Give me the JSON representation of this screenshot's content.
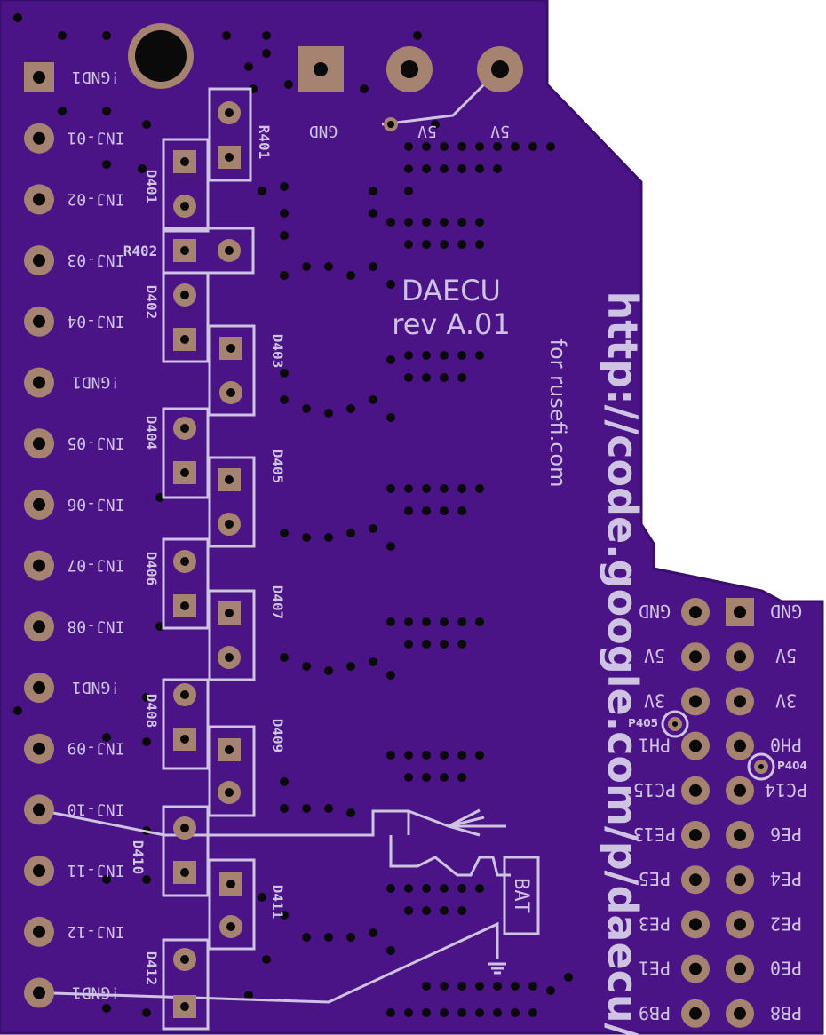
{
  "colors": {
    "board": "#4a1486",
    "board_edge": "#3a0e6e",
    "silkscreen": "#cfc3e3",
    "copper": "#a68370",
    "hole": "#0a0a0a",
    "background": "#ffffff"
  },
  "title": {
    "line1": "DAECU",
    "line2": "rev A.01",
    "for_text": "for rusefi.com",
    "url": "http://code.google.com/p/daecu/"
  },
  "power_header": [
    "GND",
    "5V",
    "5V"
  ],
  "left_connector": [
    "!GND1",
    "INJ-01",
    "INJ-02",
    "INJ-03",
    "INJ-04",
    "!GND1",
    "INJ-05",
    "INJ-06",
    "INJ-07",
    "INJ-08",
    "!GND1",
    "INJ-09",
    "INJ-10",
    "INJ-11",
    "INJ-12",
    "!GND1"
  ],
  "components": {
    "resistors": [
      "R401",
      "R402"
    ],
    "diodes": [
      "D401",
      "D402",
      "D403",
      "D404",
      "D405",
      "D406",
      "D407",
      "D408",
      "D409",
      "D410",
      "D411",
      "D412"
    ],
    "battery": "BAT"
  },
  "header_left_labels": [
    "GND",
    "5V",
    "3V",
    "PH1",
    "PC15",
    "PE13",
    "PE5",
    "PE3",
    "PE1",
    "PB9"
  ],
  "header_right_labels": [
    "GND",
    "5V",
    "3V",
    "PH0",
    "PC14",
    "PE6",
    "PE4",
    "PE2",
    "PE0",
    "PB8"
  ],
  "test_points": [
    "P405",
    "P404"
  ]
}
